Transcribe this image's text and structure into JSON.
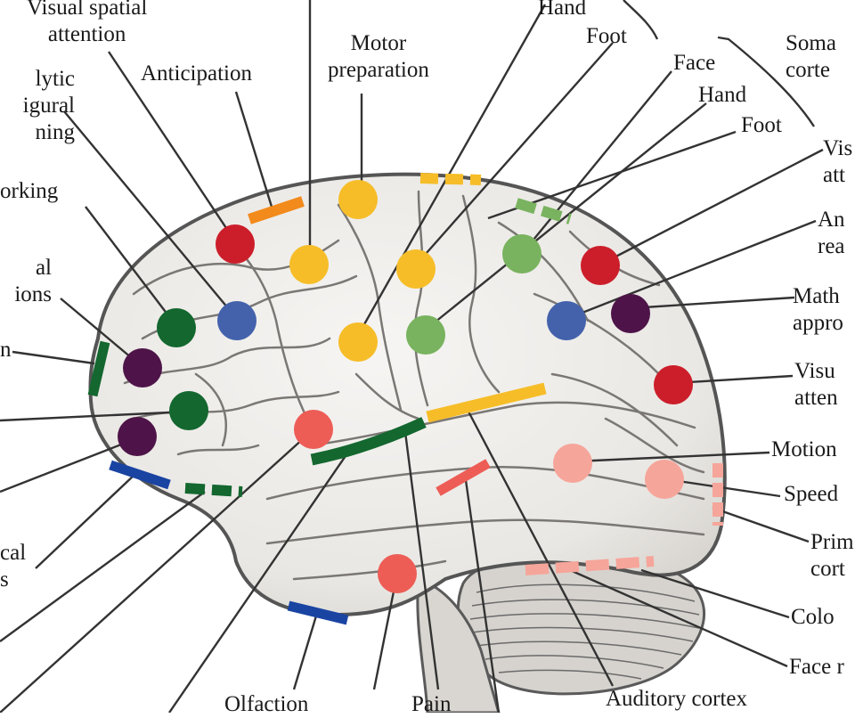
{
  "labels": {
    "visual_spatial_attention_top": "Visual spatial\nattention",
    "anticipation": "Anticipation",
    "motor_preparation": "Motor\npreparation",
    "hand_top": "Hand",
    "foot_top": "Foot",
    "face_right": "Face",
    "hand_right": "Hand",
    "foot_right": "Foot",
    "somatosensory_cortex": "Soma\ncorte",
    "analytic_figural_reasoning": "lytic\nigural\nning",
    "working": "orking",
    "verbal_operations": "al\nions",
    "left_n": "n",
    "left_cal": "cal\ns",
    "visual_attention_right": "Vis\natt",
    "an_rea": "An\nrea",
    "math_approx": "Math\nappro",
    "visual_attention_right2": "Visu\natten",
    "motion": "Motion",
    "speed": "Speed",
    "primary_cortex": "Prim\ncort",
    "color": "Colo",
    "face_bottom": "Face r",
    "olfaction": "Olfaction",
    "pain": "Pain",
    "auditory_cortex": "Auditory cortex"
  },
  "colors": {
    "red": "#cc1e2a",
    "yellow": "#f6bd28",
    "orange": "#f28a1c",
    "green_dark": "#13672f",
    "green_light": "#79b35f",
    "blue": "#4462ac",
    "purple": "#4e1449",
    "salmon": "#ed5d56",
    "pink": "#f6a59a",
    "navy": "#1a44a2",
    "brain": "#efedea",
    "outline": "#6a6a6a"
  }
}
